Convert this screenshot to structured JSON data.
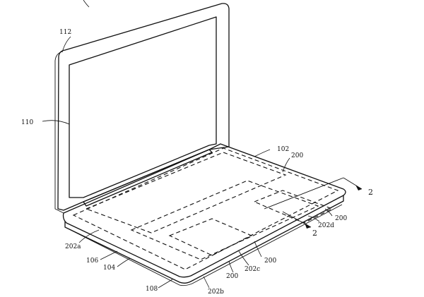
{
  "labels": {
    "display_housing": "112",
    "display": "110",
    "top_case": "102",
    "region_200_top": "200",
    "region_200_right": "200",
    "region_200_middle": "200",
    "region_200_bottom": "200",
    "section_arrow_upper": "2",
    "section_arrow_lower": "2",
    "region_202a": "202a",
    "region_202b": "202b",
    "region_202c": "202c",
    "region_202d": "202d",
    "edge_106": "106",
    "base_104": "104",
    "bottom_108": "108"
  }
}
